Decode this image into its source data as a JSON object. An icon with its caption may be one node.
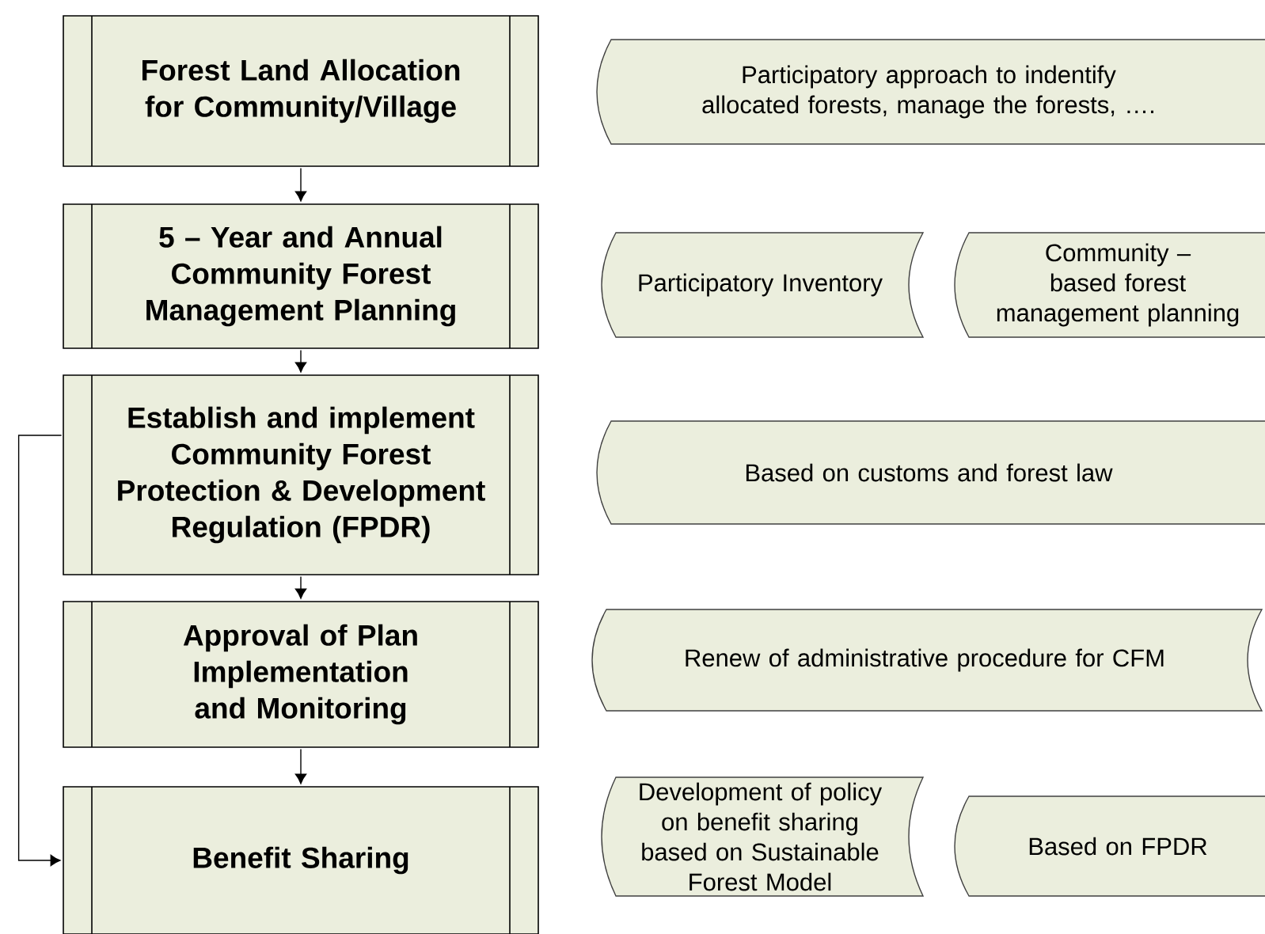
{
  "diagram": {
    "nodes": [
      {
        "text": [
          "Forest Land Allocation for Community/Village"
        ]
      },
      {
        "text": [
          "5 – Year and Annual Community Forest Management Planning"
        ]
      },
      {
        "text": [
          "Establish and implement Community Forest Protection & Development Regulation (FPDR)"
        ]
      },
      {
        "text": [
          "Approval of Plan Implementation and Monitoring"
        ]
      },
      {
        "text": [
          "Benefit Sharing"
        ]
      },
      {
        "text": [
          "Participatory approach to indentify allocated forests, manage the forests, …."
        ]
      },
      {
        "text": [
          "Participatory Inventory"
        ]
      },
      {
        "text": [
          "Community – based forest management planning"
        ]
      },
      {
        "text": [
          "Based on customs and forest law"
        ]
      },
      {
        "text": [
          "Renew of administrative procedure for CFM"
        ]
      },
      {
        "text": [
          "Development of policy on benefit sharing based on Sustainable Forest Model"
        ]
      },
      {
        "text": [
          "Based on FPDR"
        ]
      }
    ],
    "edges": [
      {
        "from": 0,
        "to": 1,
        "arrow": "to"
      },
      {
        "from": 1,
        "to": 2,
        "arrow": "to"
      },
      {
        "from": 2,
        "to": 3,
        "arrow": "to"
      },
      {
        "from": 3,
        "to": 4,
        "arrow": "to"
      },
      {
        "from": 2,
        "to": 4,
        "arrow": "to"
      }
    ]
  }
}
